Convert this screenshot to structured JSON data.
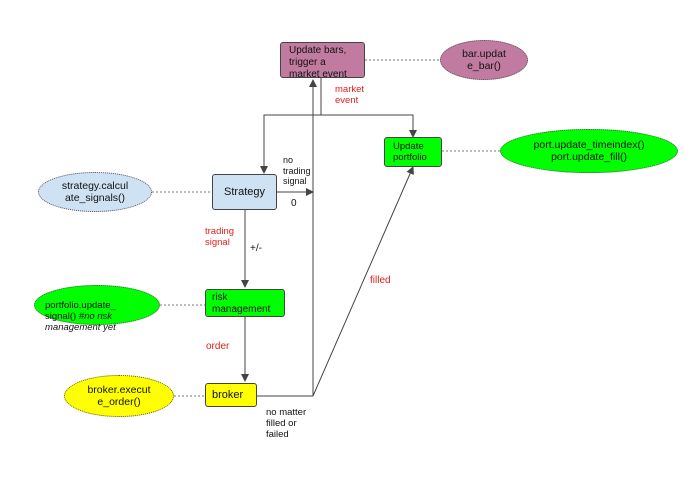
{
  "colors": {
    "update_bars_fill": "#c27ba0",
    "bar_update_fill": "#c27ba0",
    "strategy_fill": "#cfe2f3",
    "calc_signals_fill": "#cfe2f3",
    "green": "#00ff00",
    "broker_fill": "#ffff00",
    "label_red": "#e0201b",
    "line": "#444444"
  },
  "nodes": {
    "update_bars": "Update bars,\ntrigger a\nmarket event",
    "bar_update": "bar.updat\ne_bar()",
    "update_portfolio": "Update\nportfolio",
    "port_update": "port.update_timeindex()\nport.update_fill()",
    "strategy": "Strategy",
    "calc_signals": "strategy.calcul\nate_signals()",
    "risk_management": "risk\nmanagement",
    "portfolio_update_signal_main": "portfolio.update_\nsignal() ",
    "portfolio_update_signal_italic": "#no risk\nmanagement yet",
    "broker": "broker",
    "broker_execute": "broker.execut\ne_order()"
  },
  "edge_labels": {
    "market_event": "market\nevent",
    "no_trading_signal": "no\ntrading\nsignal",
    "zero": "0",
    "trading_signal": "trading\nsignal",
    "plus_minus": "+/-",
    "order": "order",
    "filled": "filled",
    "no_matter": "no matter\nfilled or\nfailed"
  }
}
